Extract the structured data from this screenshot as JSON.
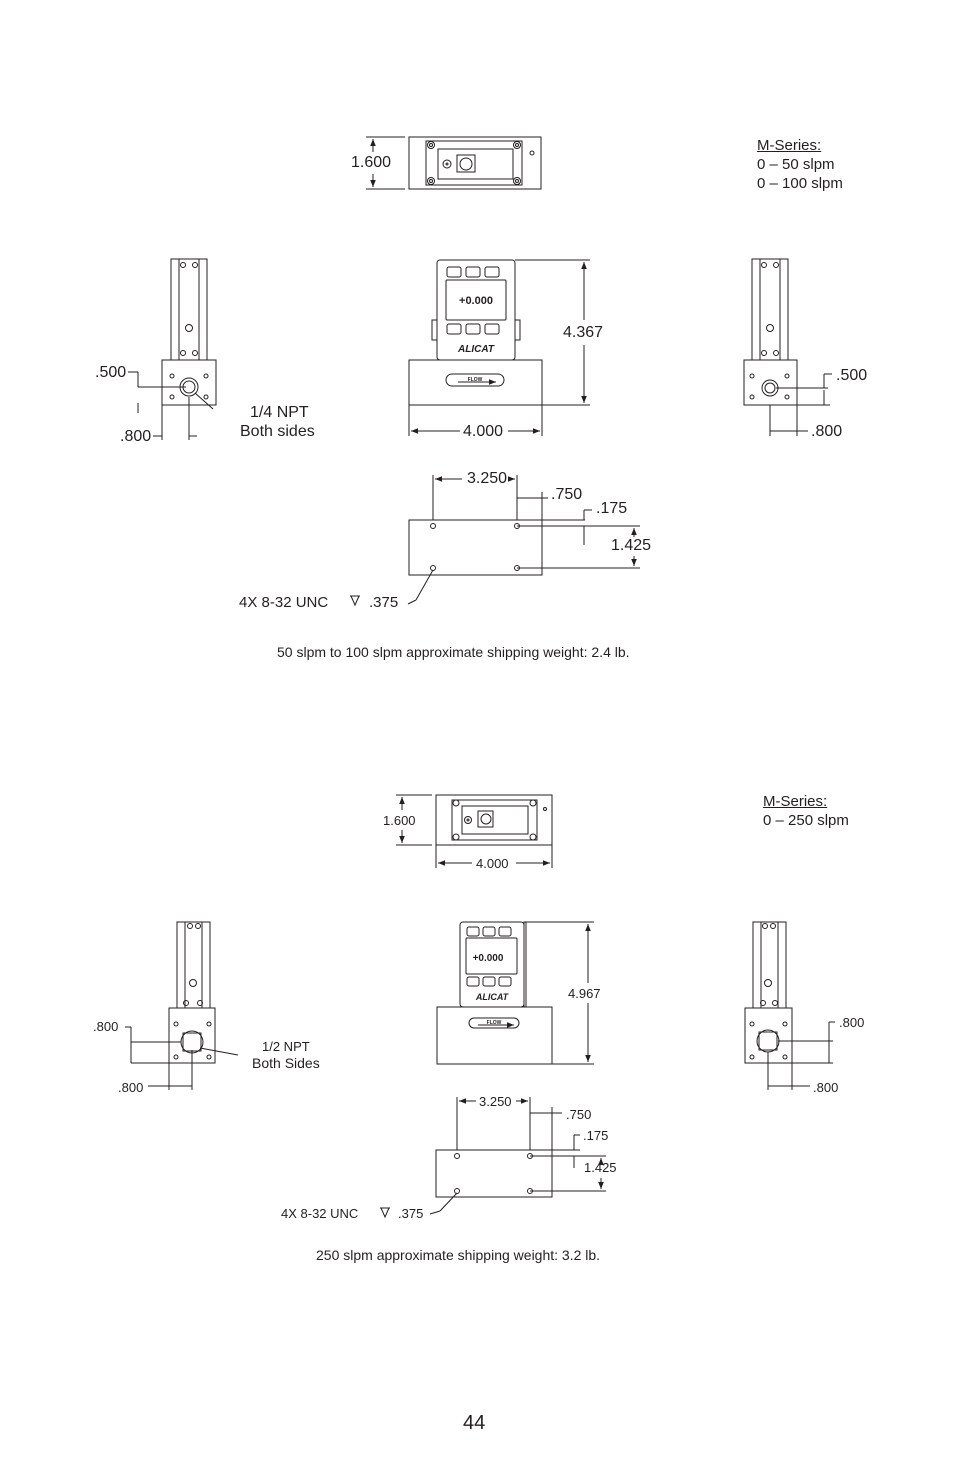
{
  "upper": {
    "series_heading": "M-Series:",
    "ranges": [
      "0 – 50 slpm",
      "0 – 100 slpm"
    ],
    "top_height": "1.600",
    "left_port_offset": ".500",
    "left_width": ".800",
    "port_callout_line1": "1/4  NPT",
    "port_callout_line2": "Both sides",
    "front_height": "4.367",
    "front_width": "4.000",
    "right_port_offset": ".500",
    "right_width": ".800",
    "hole_spacing_x": "3.250",
    "hole_offset_x": ".750",
    "hole_offset_y": ".175",
    "hole_spacing_y": "1.425",
    "thread_callout": "4X 8-32 UNC",
    "thread_depth": ".375",
    "weight_note": "50 slpm to 100 slpm approximate shipping weight: 2.4 lb."
  },
  "lower": {
    "series_heading": "M-Series:",
    "ranges": [
      "0 – 250 slpm"
    ],
    "top_height": "1.600",
    "top_width": "4.000",
    "left_port_offset": ".800",
    "left_width": ".800",
    "port_callout_line1": "1/2  NPT",
    "port_callout_line2": "Both Sides",
    "front_height": "4.967",
    "right_port_offset": ".800",
    "right_width": ".800",
    "hole_spacing_x": "3.250",
    "hole_offset_x": ".750",
    "hole_offset_y": ".175",
    "hole_spacing_y": "1.425",
    "thread_callout": "4X 8-32 UNC",
    "thread_depth": ".375",
    "weight_note": "250 slpm approximate shipping weight: 3.2 lb."
  },
  "device": {
    "flow_label": "FLOW",
    "reading": "+0.000",
    "brand": "ALICAT"
  },
  "page_number": "44"
}
